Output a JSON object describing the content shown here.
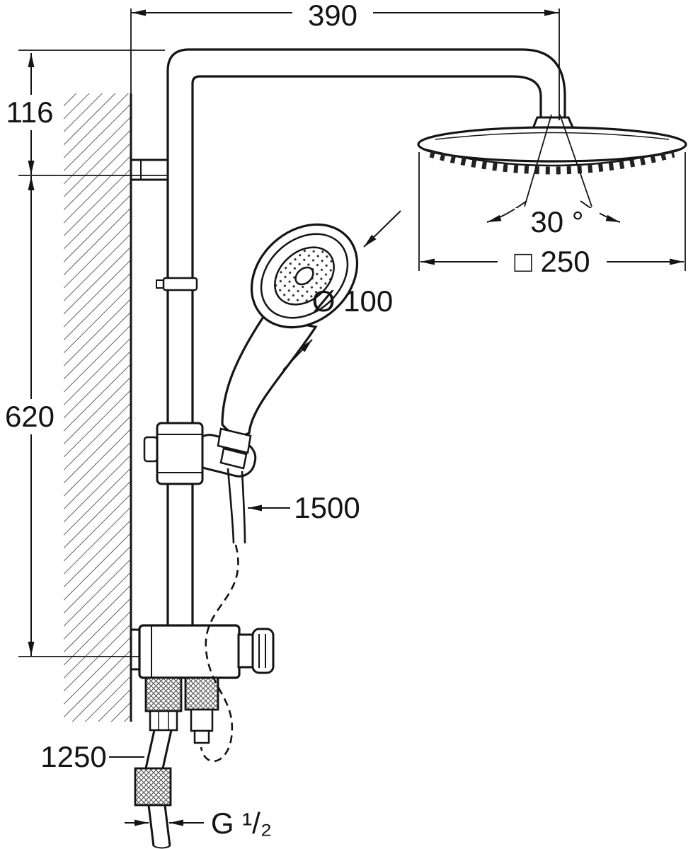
{
  "diagram": {
    "labels": {
      "top_width": "390",
      "wall_to_rail_top": "116",
      "rail_length": "620",
      "handshower_diameter": "Ø 100",
      "headshower_angle": "30 °",
      "headshower_size": "□ 250",
      "hose_length": "1500",
      "supply_hose_length": "1250",
      "connection_thread": "G ¹/₂"
    },
    "colors": {
      "line": "#141414",
      "hatch": "#444444",
      "background": "#ffffff"
    }
  }
}
